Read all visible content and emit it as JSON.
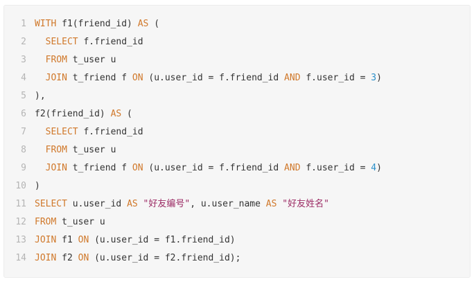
{
  "colors": {
    "background": "#f6f6f6",
    "line_number": "#b4b4b4",
    "keyword": "#d0782a",
    "number": "#2a8fc9",
    "string": "#9b2b64",
    "text": "#333333"
  },
  "code": {
    "language": "sql",
    "lines": [
      {
        "number": "1",
        "tokens": [
          {
            "t": "WITH",
            "c": "kw"
          },
          {
            "t": " f1(friend_id) ",
            "c": "txt"
          },
          {
            "t": "AS",
            "c": "kw"
          },
          {
            "t": " (",
            "c": "txt"
          }
        ]
      },
      {
        "number": "2",
        "tokens": [
          {
            "t": "  ",
            "c": "txt"
          },
          {
            "t": "SELECT",
            "c": "kw"
          },
          {
            "t": " f.friend_id",
            "c": "txt"
          }
        ]
      },
      {
        "number": "3",
        "tokens": [
          {
            "t": "  ",
            "c": "txt"
          },
          {
            "t": "FROM",
            "c": "kw"
          },
          {
            "t": " t_user u",
            "c": "txt"
          }
        ]
      },
      {
        "number": "4",
        "tokens": [
          {
            "t": "  ",
            "c": "txt"
          },
          {
            "t": "JOIN",
            "c": "kw"
          },
          {
            "t": " t_friend f ",
            "c": "txt"
          },
          {
            "t": "ON",
            "c": "kw"
          },
          {
            "t": " (u.user_id = f.friend_id ",
            "c": "txt"
          },
          {
            "t": "AND",
            "c": "kw"
          },
          {
            "t": " f.user_id = ",
            "c": "txt"
          },
          {
            "t": "3",
            "c": "num"
          },
          {
            "t": ")",
            "c": "txt"
          }
        ]
      },
      {
        "number": "5",
        "tokens": [
          {
            "t": "),",
            "c": "txt"
          }
        ]
      },
      {
        "number": "6",
        "tokens": [
          {
            "t": "f2(friend_id) ",
            "c": "txt"
          },
          {
            "t": "AS",
            "c": "kw"
          },
          {
            "t": " (",
            "c": "txt"
          }
        ]
      },
      {
        "number": "7",
        "tokens": [
          {
            "t": "  ",
            "c": "txt"
          },
          {
            "t": "SELECT",
            "c": "kw"
          },
          {
            "t": " f.friend_id",
            "c": "txt"
          }
        ]
      },
      {
        "number": "8",
        "tokens": [
          {
            "t": "  ",
            "c": "txt"
          },
          {
            "t": "FROM",
            "c": "kw"
          },
          {
            "t": " t_user u",
            "c": "txt"
          }
        ]
      },
      {
        "number": "9",
        "tokens": [
          {
            "t": "  ",
            "c": "txt"
          },
          {
            "t": "JOIN",
            "c": "kw"
          },
          {
            "t": " t_friend f ",
            "c": "txt"
          },
          {
            "t": "ON",
            "c": "kw"
          },
          {
            "t": " (u.user_id = f.friend_id ",
            "c": "txt"
          },
          {
            "t": "AND",
            "c": "kw"
          },
          {
            "t": " f.user_id = ",
            "c": "txt"
          },
          {
            "t": "4",
            "c": "num"
          },
          {
            "t": ")",
            "c": "txt"
          }
        ]
      },
      {
        "number": "10",
        "tokens": [
          {
            "t": ")",
            "c": "txt"
          }
        ]
      },
      {
        "number": "11",
        "tokens": [
          {
            "t": "SELECT",
            "c": "kw"
          },
          {
            "t": " u.user_id ",
            "c": "txt"
          },
          {
            "t": "AS",
            "c": "kw"
          },
          {
            "t": " ",
            "c": "txt"
          },
          {
            "t": "\"好友编号\"",
            "c": "str"
          },
          {
            "t": ", u.user_name ",
            "c": "txt"
          },
          {
            "t": "AS",
            "c": "kw"
          },
          {
            "t": " ",
            "c": "txt"
          },
          {
            "t": "\"好友姓名\"",
            "c": "str"
          }
        ]
      },
      {
        "number": "12",
        "tokens": [
          {
            "t": "FROM",
            "c": "kw"
          },
          {
            "t": " t_user u",
            "c": "txt"
          }
        ]
      },
      {
        "number": "13",
        "tokens": [
          {
            "t": "JOIN",
            "c": "kw"
          },
          {
            "t": " f1 ",
            "c": "txt"
          },
          {
            "t": "ON",
            "c": "kw"
          },
          {
            "t": " (u.user_id = f1.friend_id)",
            "c": "txt"
          }
        ]
      },
      {
        "number": "14",
        "tokens": [
          {
            "t": "JOIN",
            "c": "kw"
          },
          {
            "t": " f2 ",
            "c": "txt"
          },
          {
            "t": "ON",
            "c": "kw"
          },
          {
            "t": " (u.user_id = f2.friend_id);",
            "c": "txt"
          }
        ]
      }
    ]
  }
}
